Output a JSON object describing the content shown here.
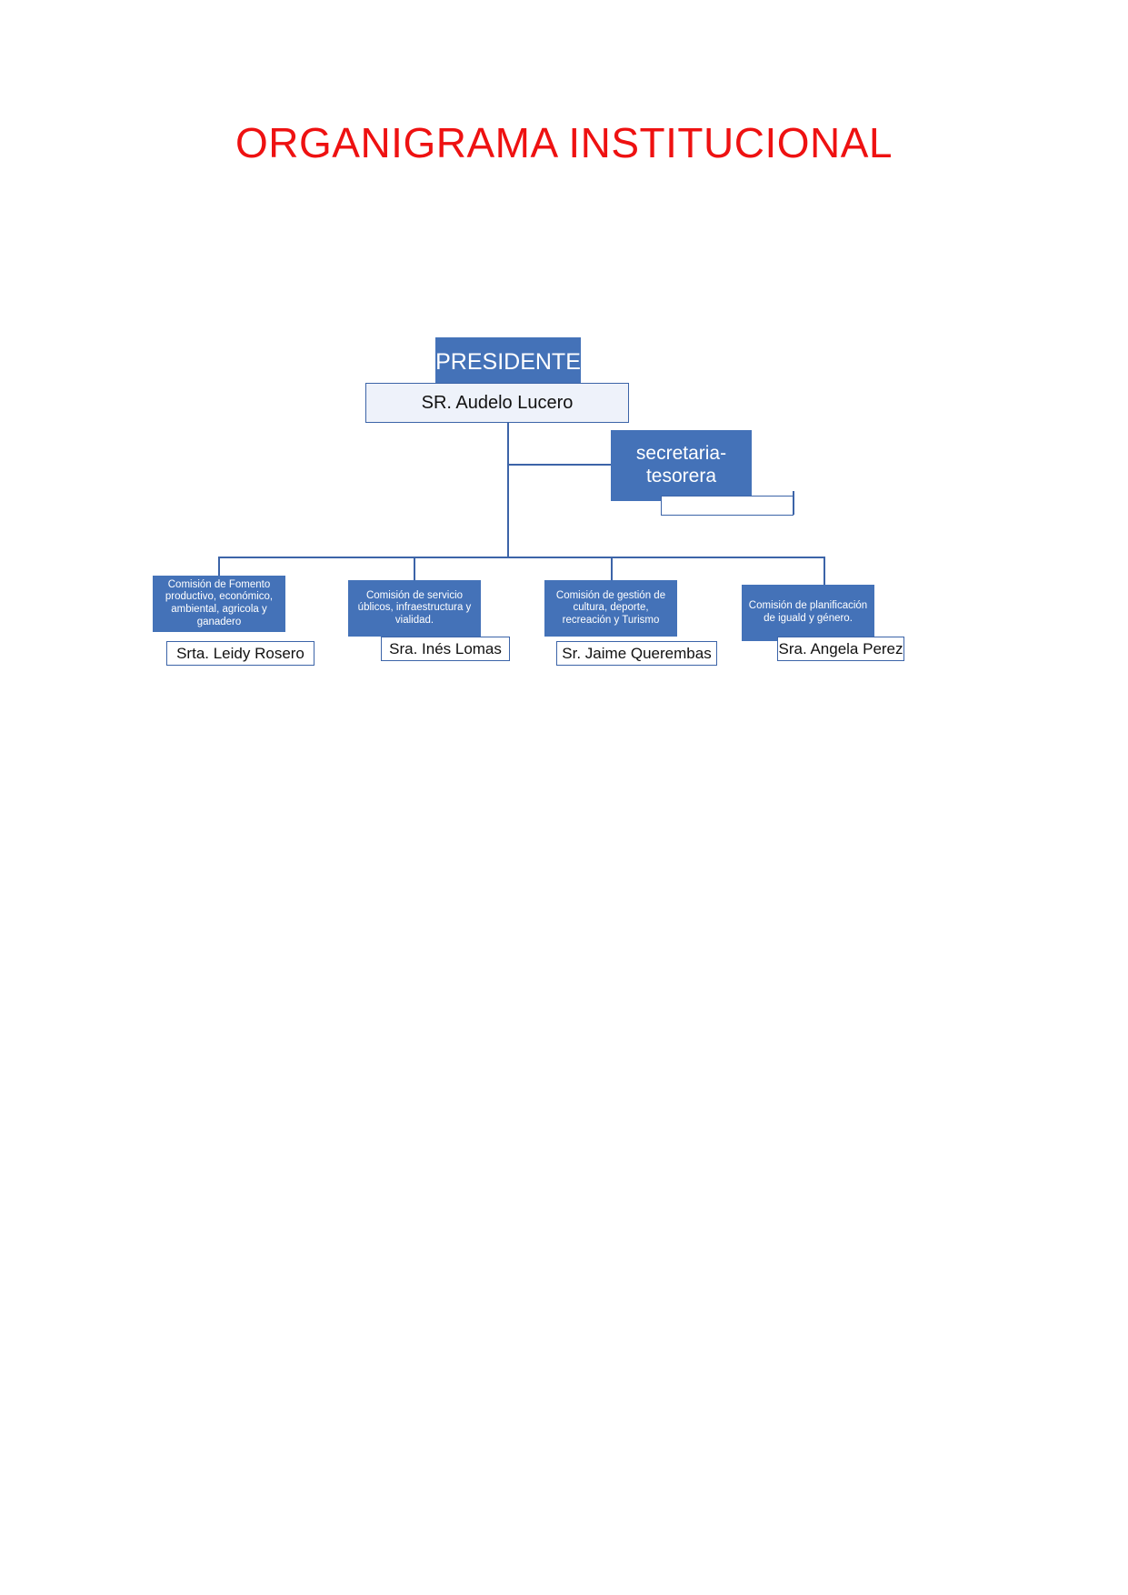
{
  "document": {
    "title": "ORGANIGRAMA INSTITUCIONAL",
    "title_color": "#ee1111",
    "box_color": "#4472b8",
    "border_color": "#3c64a8",
    "background": "#ffffff"
  },
  "chart": {
    "type": "org-chart",
    "president": {
      "role": "PRESIDENTE",
      "name": "SR. Audelo Lucero"
    },
    "secretary": {
      "role": "secretaria-tesorera",
      "name": ""
    },
    "commissions": [
      {
        "role": "Comisión de Fomento productivo, económico, ambiental, agricola y ganadero",
        "name": "Srta. Leidy Rosero"
      },
      {
        "role": "Comisión de servicio úblicos, infraestructura y vialidad.",
        "name": "Sra. Inés Lomas"
      },
      {
        "role": "Comisión de gestión de cultura, deporte, recreación y Turismo",
        "name": "Sr. Jaime Querembas"
      },
      {
        "role": "Comisión de planificación de iguald y género.",
        "name": "Sra. Angela Perez"
      }
    ]
  }
}
